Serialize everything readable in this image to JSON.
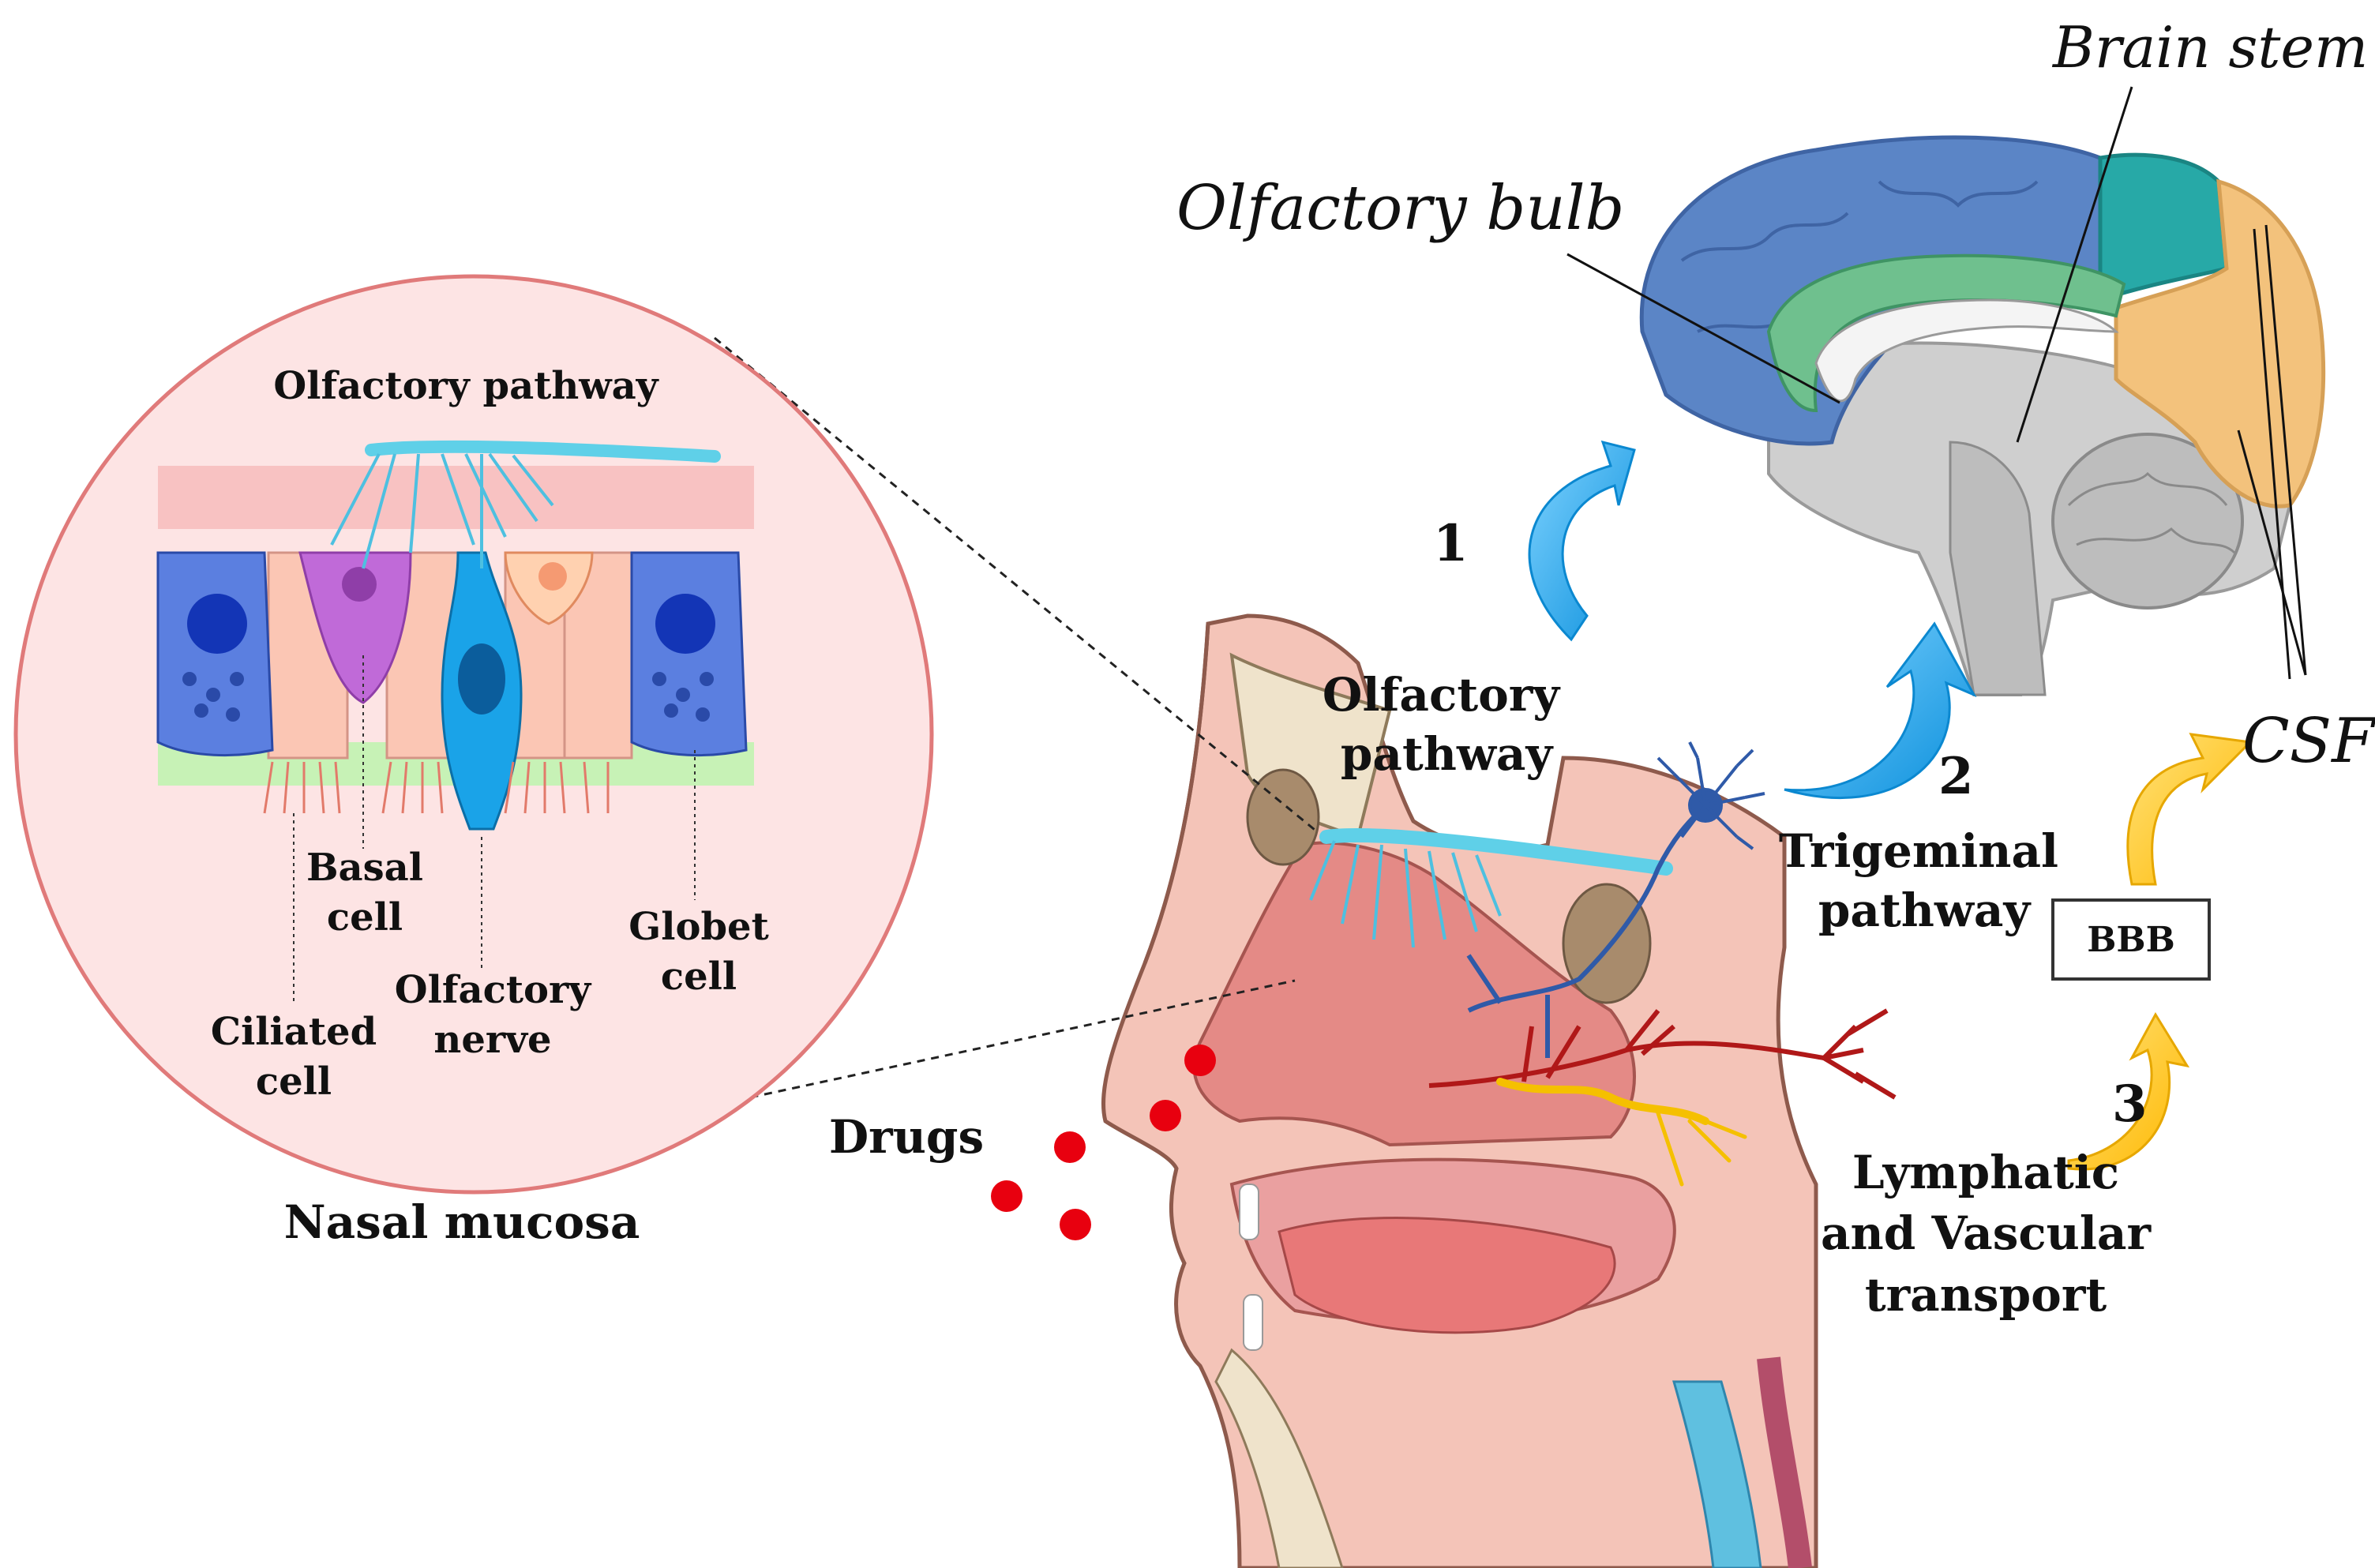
{
  "labels": {
    "brain_stem": "Brain stem",
    "olfactory_bulb": "Olfactory bulb",
    "csf": "CSF",
    "step1": "1",
    "step2": "2",
    "step3": "3",
    "olfactory_pathway_line1": "Olfactory",
    "olfactory_pathway_line2": "pathway",
    "trigeminal_line1": "Trigeminal",
    "trigeminal_line2": "pathway",
    "bbb": "BBB",
    "lymph_line1": "Lymphatic",
    "lymph_line2": "and Vascular",
    "lymph_line3": "transport",
    "drugs": "Drugs",
    "nasal_mucosa": "Nasal mucosa",
    "inset_title": "Olfactory pathway",
    "basal_1": "Basal",
    "basal_2": "cell",
    "globet_1": "Globet",
    "globet_2": "cell",
    "olf_nerve_1": "Olfactory",
    "olf_nerve_2": "nerve",
    "ciliated_1": "Ciliated",
    "ciliated_2": "cell"
  },
  "colors": {
    "blue_arrow": "#1aa3e8",
    "yellow_arrow": "#ffc400",
    "drug_red": "#e8000f",
    "inset_fill": "#fde4e4",
    "inset_stroke": "#e07a7a"
  }
}
